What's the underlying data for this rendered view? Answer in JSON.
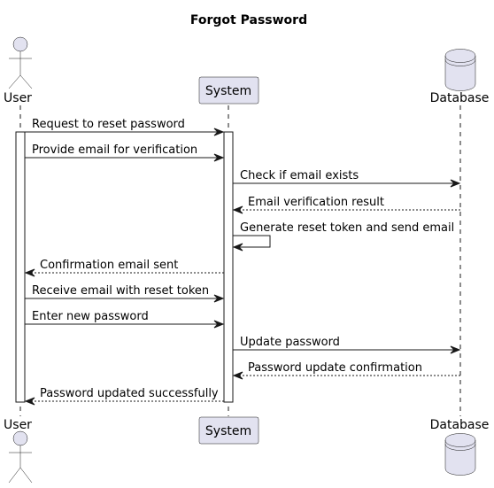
{
  "title": "Forgot Password",
  "participants": {
    "user": "User",
    "system": "System",
    "database": "Database"
  },
  "messages": [
    {
      "from": "user",
      "to": "system",
      "label": "Request to reset password",
      "style": "solid"
    },
    {
      "from": "user",
      "to": "system",
      "label": "Provide email for verification",
      "style": "solid"
    },
    {
      "from": "system",
      "to": "database",
      "label": "Check if email exists",
      "style": "solid"
    },
    {
      "from": "database",
      "to": "system",
      "label": "Email verification result",
      "style": "dashed"
    },
    {
      "from": "system",
      "to": "system",
      "label": "Generate reset token and send email",
      "style": "solid"
    },
    {
      "from": "system",
      "to": "user",
      "label": "Confirmation email sent",
      "style": "dashed"
    },
    {
      "from": "user",
      "to": "system",
      "label": "Receive email with reset token",
      "style": "solid"
    },
    {
      "from": "user",
      "to": "system",
      "label": "Enter new password",
      "style": "solid"
    },
    {
      "from": "system",
      "to": "database",
      "label": "Update password",
      "style": "solid"
    },
    {
      "from": "database",
      "to": "system",
      "label": "Password update confirmation",
      "style": "dashed"
    },
    {
      "from": "system",
      "to": "user",
      "label": "Password updated successfully",
      "style": "dashed"
    }
  ]
}
